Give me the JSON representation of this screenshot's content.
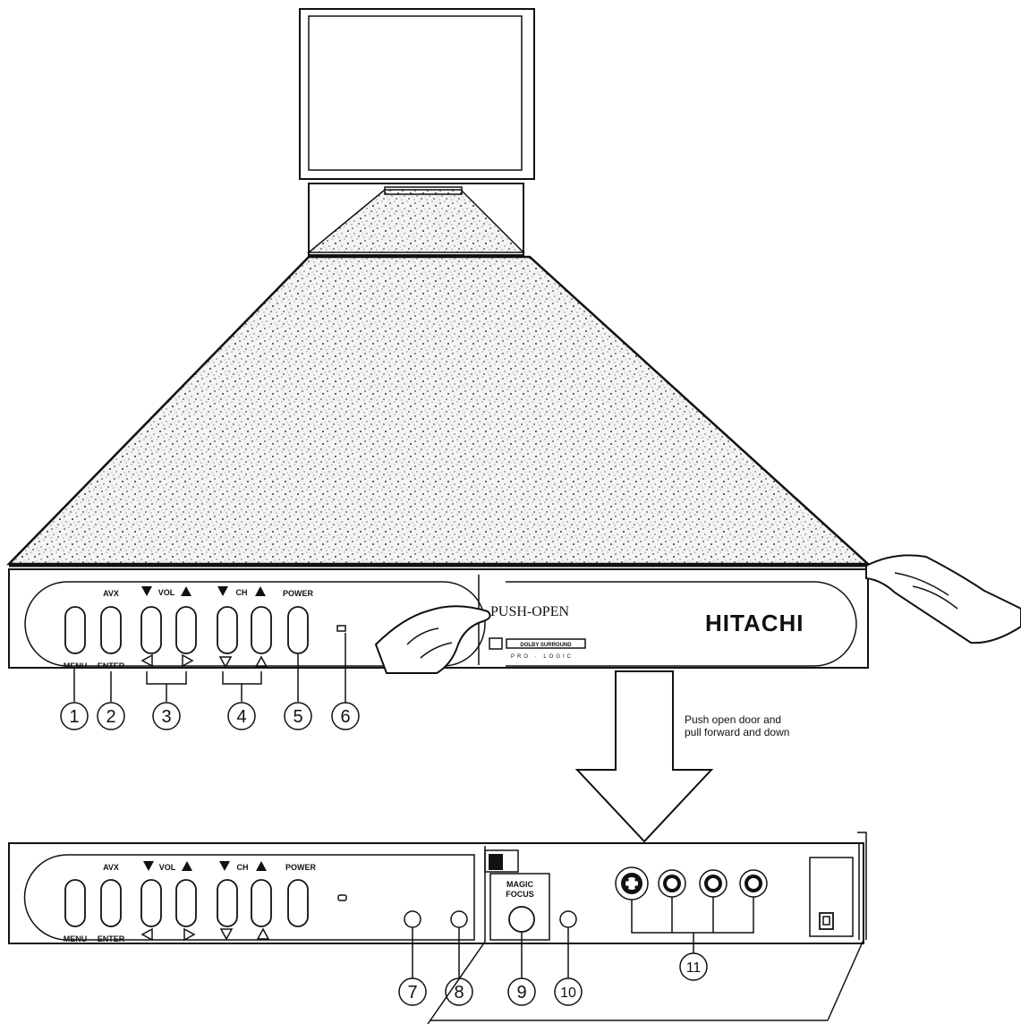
{
  "front_panel": {
    "menu_label": "MENU",
    "avx_label": "AVX",
    "enter_label": "ENTER",
    "vol_label": "VOL",
    "ch_label": "CH",
    "power_label": "POWER",
    "push_open_label": "PUSH-OPEN",
    "dolby_label": "DOLBY SURROUND",
    "prologic_label": "PRO · LOGIC",
    "brand": "HITACHI"
  },
  "instruction": {
    "line1": "Push open door and",
    "line2": "pull forward and down"
  },
  "inner_panel": {
    "magic_label": "MAGIC",
    "focus_label": "FOCUS"
  },
  "callouts": [
    "1",
    "2",
    "3",
    "4",
    "5",
    "6",
    "7",
    "8",
    "9",
    "10",
    "11"
  ]
}
